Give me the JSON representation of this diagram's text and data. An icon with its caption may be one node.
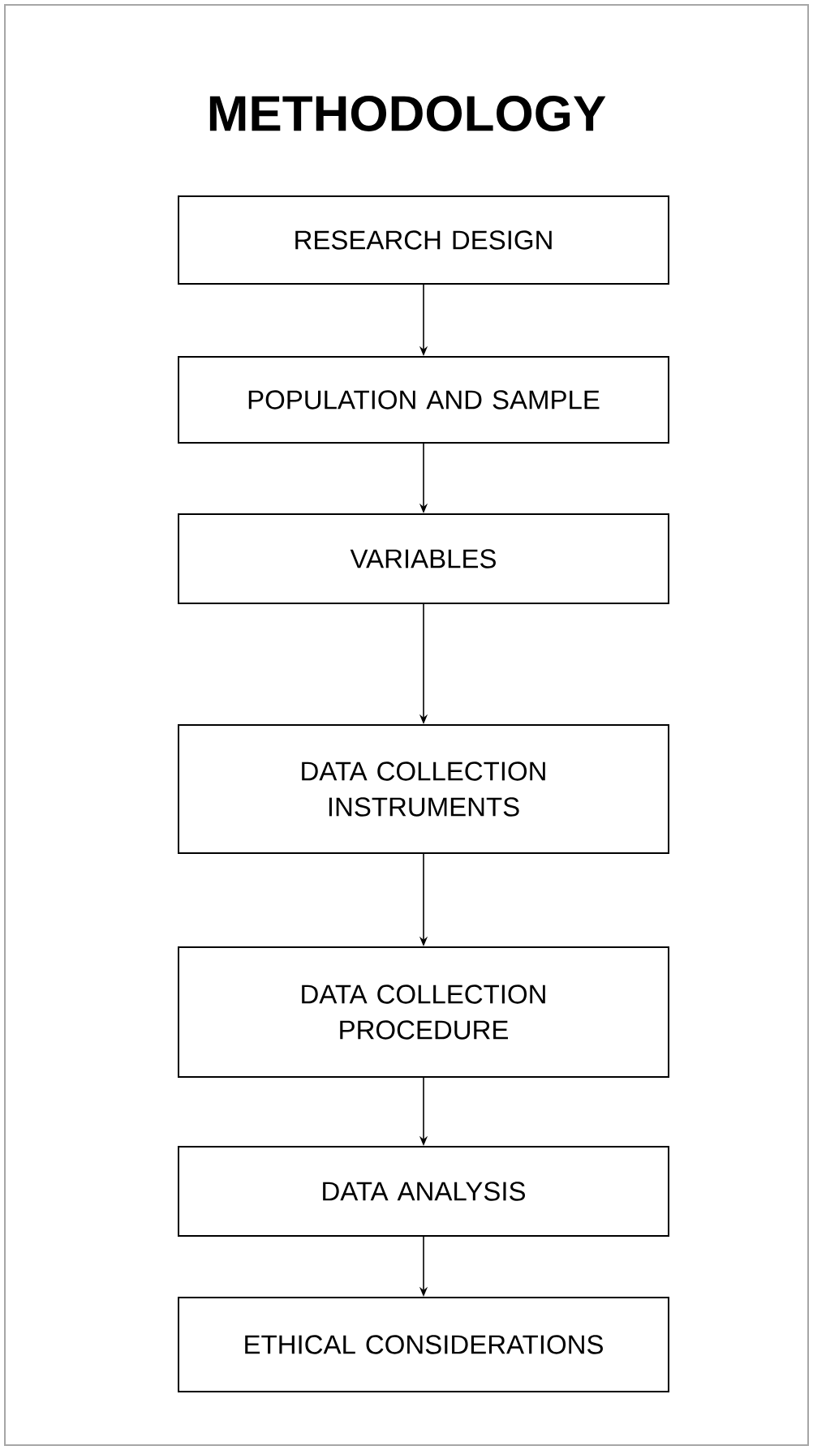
{
  "diagram": {
    "title": "METHODOLOGY",
    "nodes": [
      {
        "text": [
          "RESEARCH DESIGN"
        ]
      },
      {
        "text": [
          "POPULATION AND SAMPLE"
        ]
      },
      {
        "text": [
          "VARIABLES"
        ]
      },
      {
        "text": [
          "DATA COLLECTION INSTRUMENTS"
        ]
      },
      {
        "text": [
          "DATA COLLECTION PROCEDURE"
        ]
      },
      {
        "text": [
          "DATA ANALYSIS"
        ]
      },
      {
        "text": [
          "ETHICAL CONSIDERATIONS"
        ]
      }
    ],
    "edges": [
      {
        "from": 0,
        "to": 1,
        "arrow": "to"
      },
      {
        "from": 1,
        "to": 2,
        "arrow": "to"
      },
      {
        "from": 2,
        "to": 3,
        "arrow": "to"
      },
      {
        "from": 3,
        "to": 4,
        "arrow": "to"
      },
      {
        "from": 4,
        "to": 5,
        "arrow": "to"
      },
      {
        "from": 5,
        "to": 6,
        "arrow": "to"
      }
    ]
  }
}
